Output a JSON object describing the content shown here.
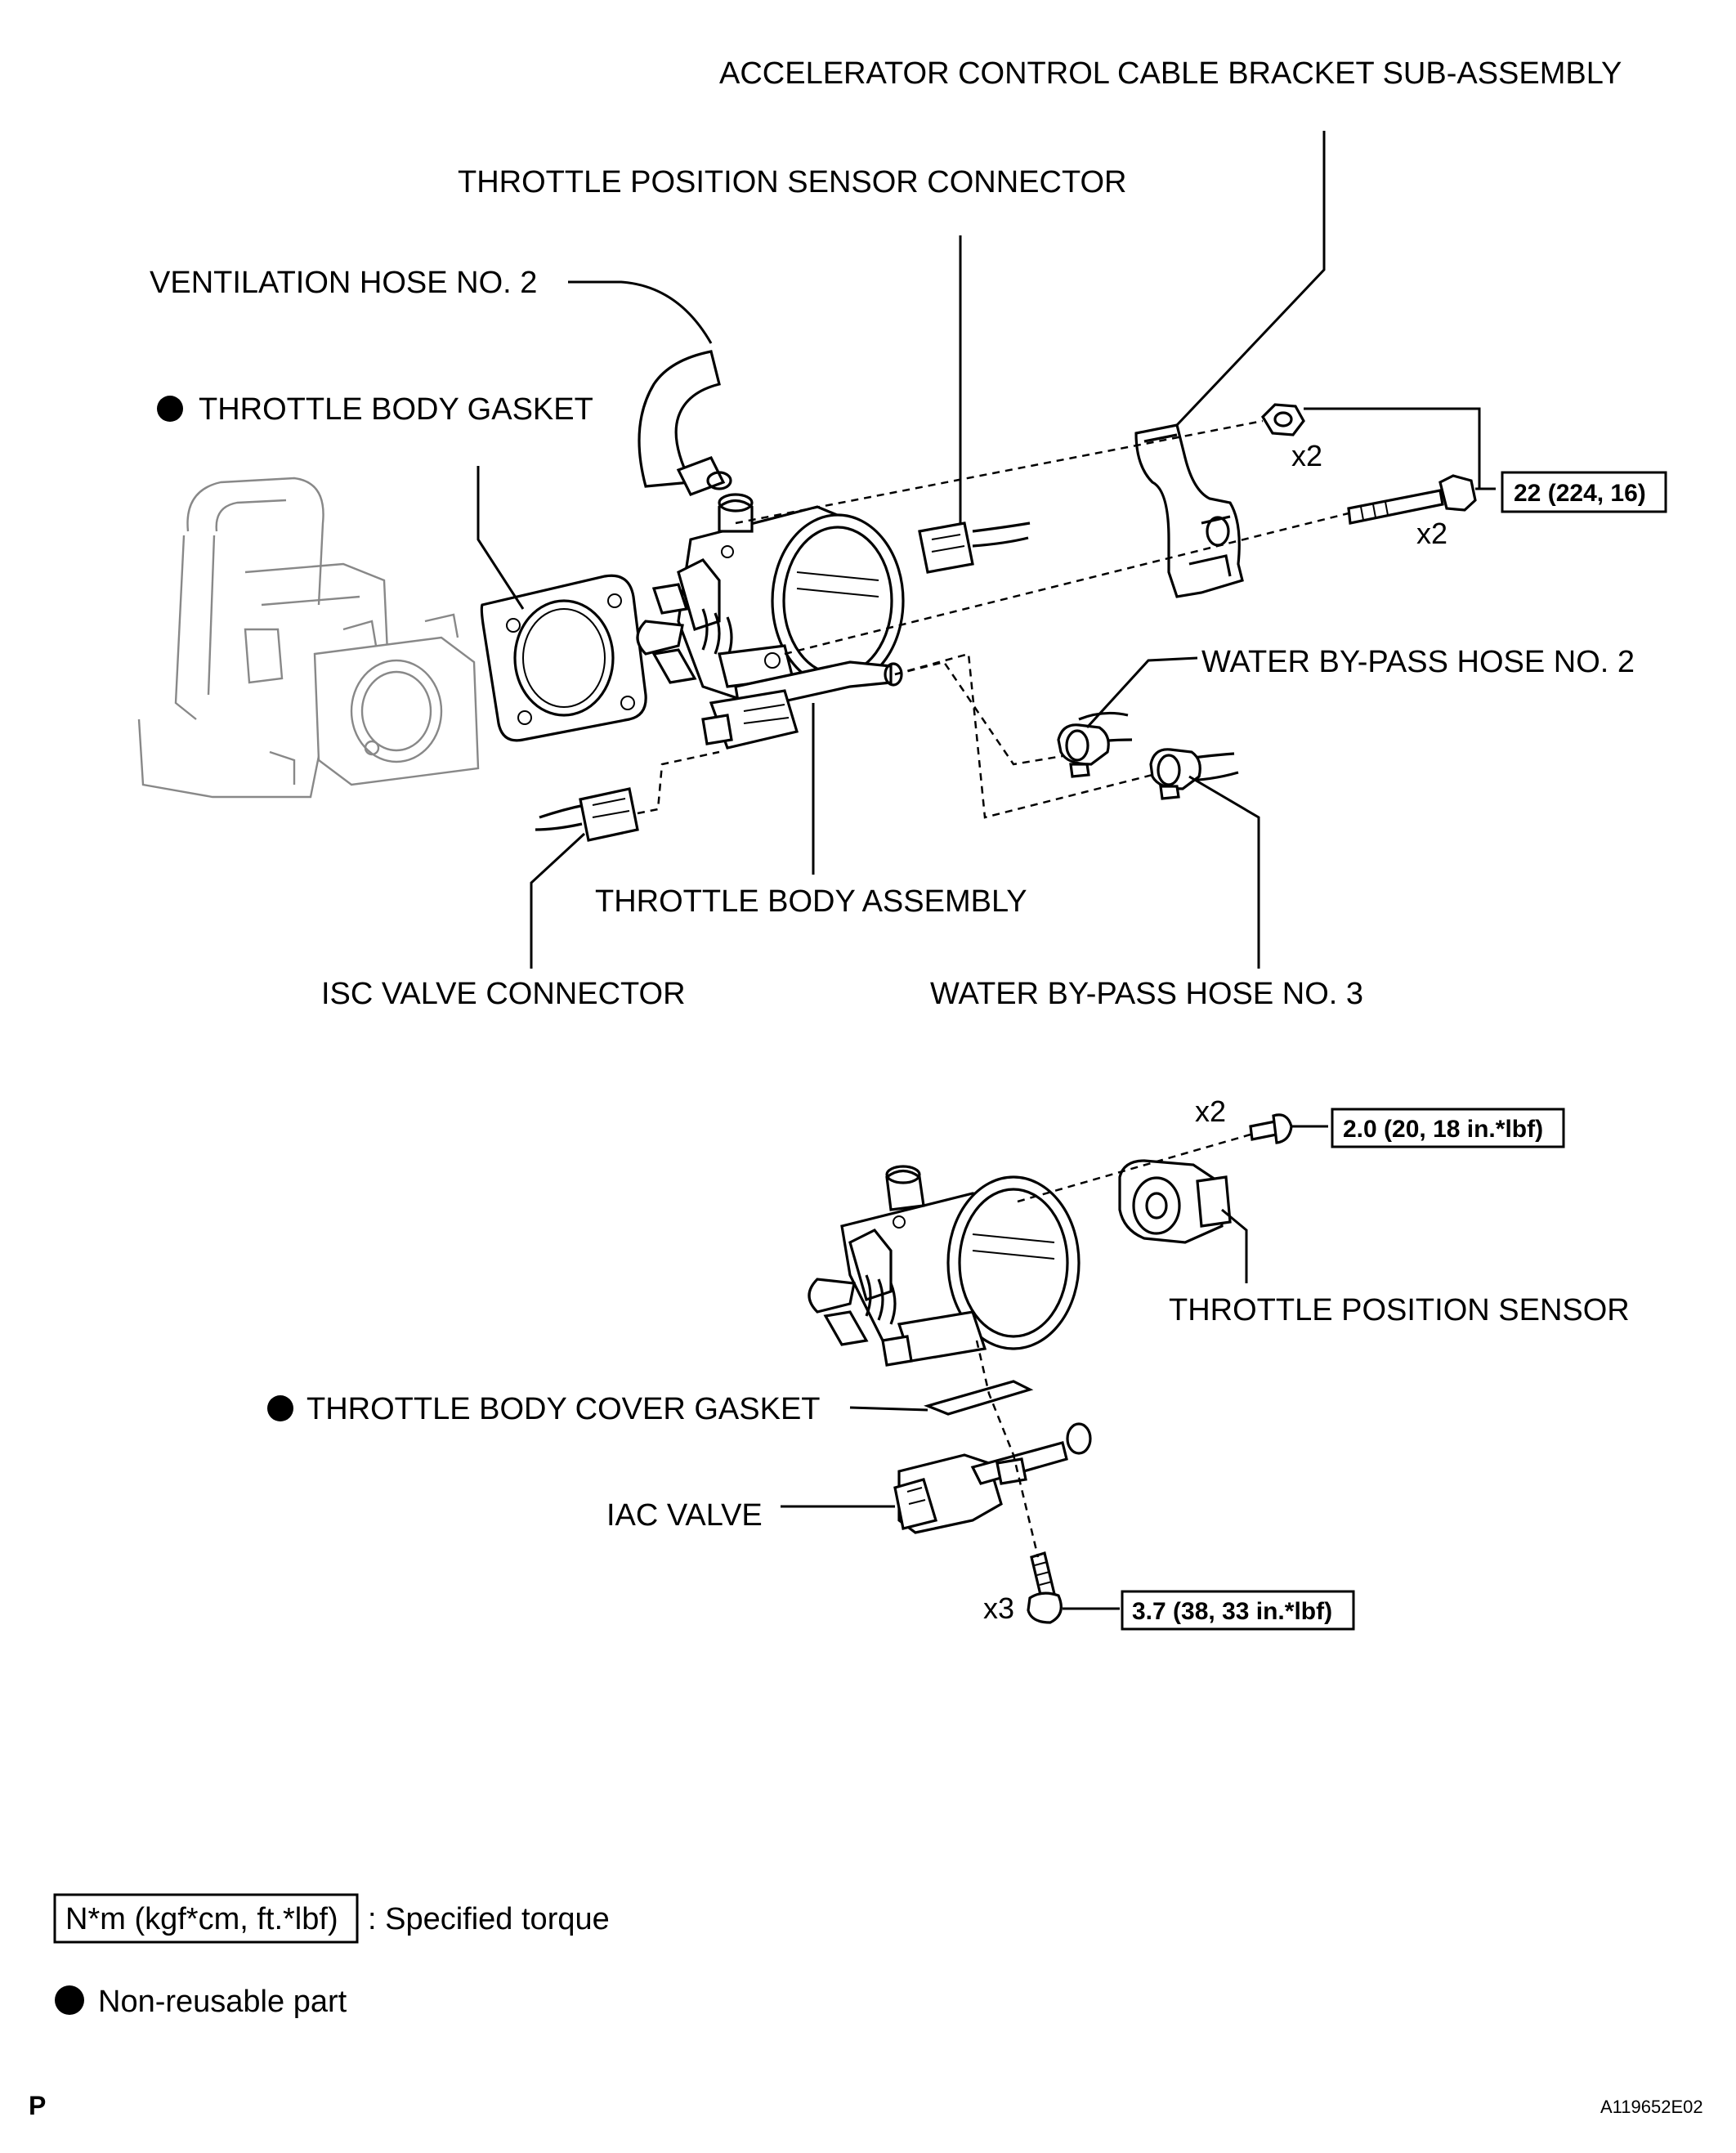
{
  "labels": {
    "accel_bracket": "ACCELERATOR CONTROL CABLE BRACKET SUB-ASSEMBLY",
    "tps_connector": "THROTTLE POSITION SENSOR CONNECTOR",
    "vent_hose": "VENTILATION HOSE NO. 2",
    "tb_gasket": "THROTTLE BODY GASKET",
    "water_hose_2": "WATER BY-PASS HOSE NO. 2",
    "tb_assembly": "THROTTLE BODY ASSEMBLY",
    "isc_connector": "ISC VALVE CONNECTOR",
    "water_hose_3": "WATER BY-PASS HOSE NO. 3",
    "tps": "THROTTLE POSITION SENSOR",
    "cover_gasket": "THROTTLE BODY COVER GASKET",
    "iac_valve": "IAC VALVE"
  },
  "quantities": {
    "bracket_nut": "x2",
    "bracket_bolt": "x2",
    "tps_screw": "x2",
    "iac_screw": "x3"
  },
  "torques": {
    "bracket": "22 (224, 16)",
    "tps": "2.0 (20, 18 in.*lbf)",
    "iac": "3.7 (38, 33 in.*lbf)"
  },
  "legend": {
    "torque_box": "N*m (kgf*cm, ft.*lbf)",
    "torque_desc": ": Specified torque",
    "nonreusable_desc": "Non-reusable part"
  },
  "footer": {
    "left": "P",
    "right": "A119652E02"
  }
}
